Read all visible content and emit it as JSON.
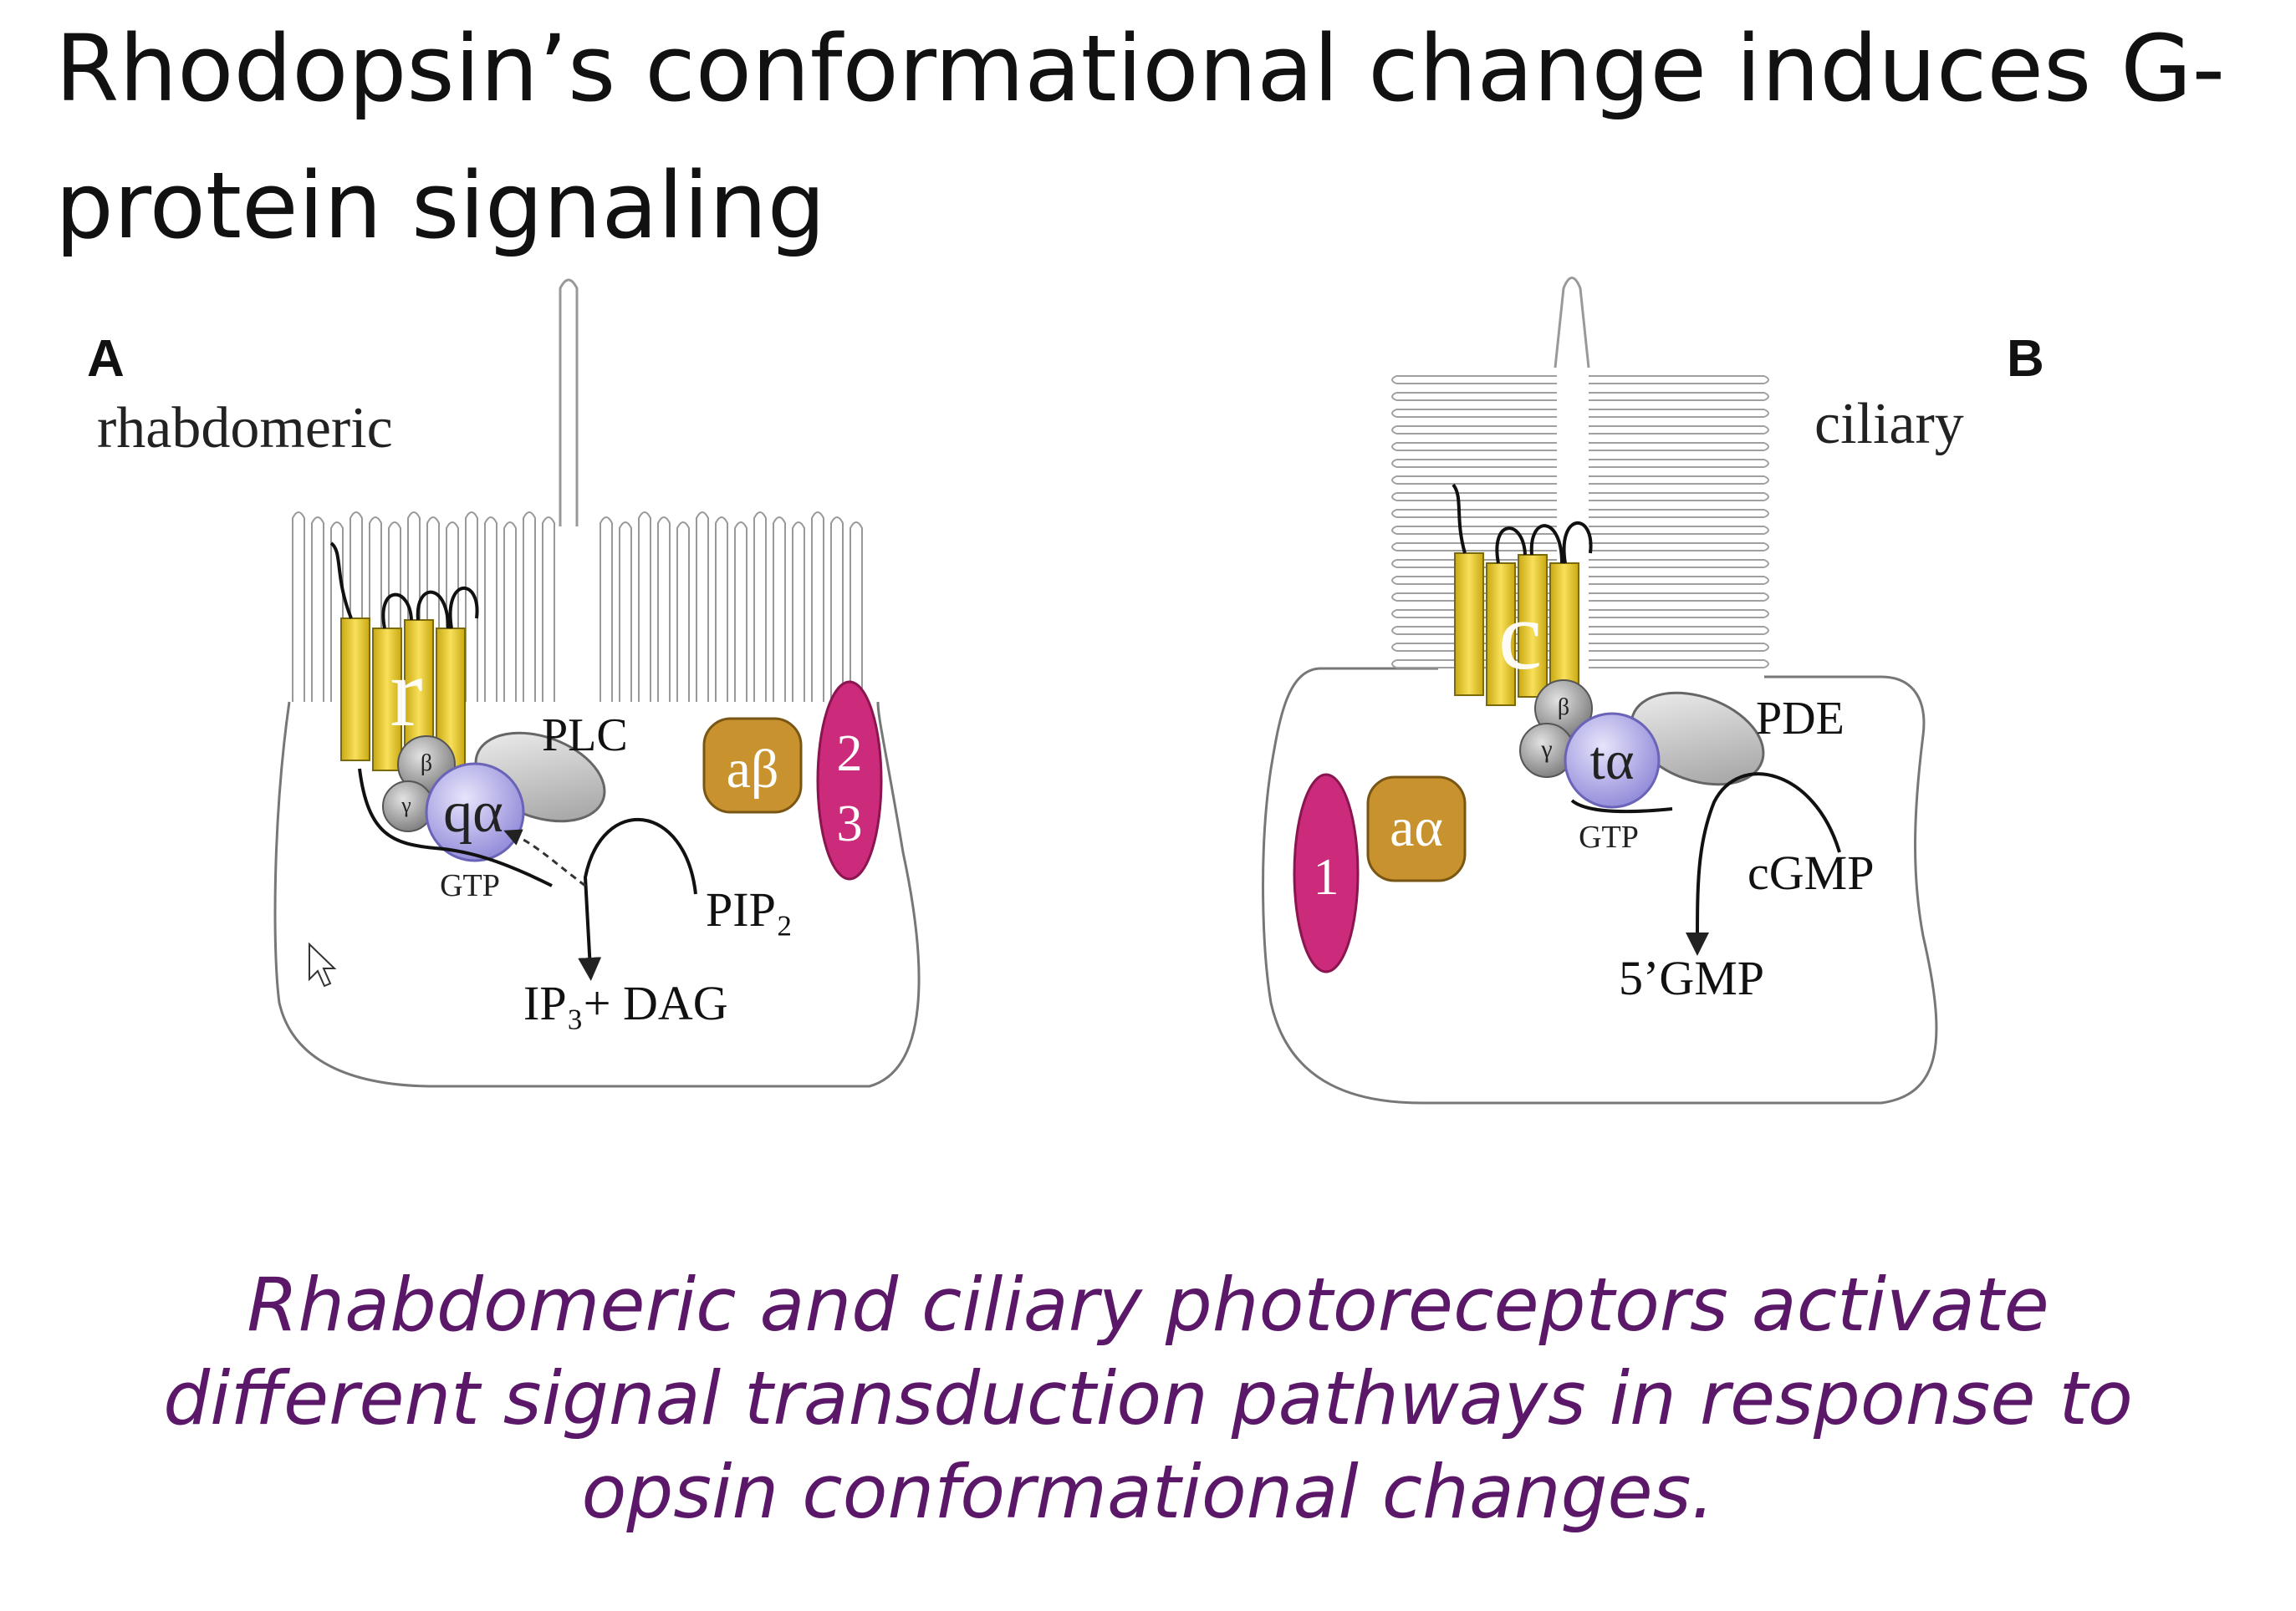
{
  "slide": {
    "title": "Rhodopsin’s conformational change induces G-protein signaling",
    "caption": [
      "Rhabdomeric and ciliary photoreceptors activate",
      "different signal transduction pathways in response to",
      "opsin conformational changes."
    ]
  },
  "panel_a": {
    "letter": "A",
    "name": "rhabdomeric",
    "receptor": "r",
    "beta": "β",
    "gamma": "γ",
    "g_alpha": "qα",
    "gtp": "GTP",
    "effector": "PLC",
    "substrate": "PIP₂",
    "products": "IP₃+ DAG",
    "arrestin": "aβ",
    "arrestins": [
      "2",
      "3"
    ]
  },
  "panel_b": {
    "letter": "B",
    "name": "ciliary",
    "receptor": "c",
    "beta": "β",
    "gamma": "γ",
    "g_alpha": "tα",
    "gtp": "GTP",
    "effector": "PDE",
    "substrate": "cGMP",
    "product": "5’GMP",
    "arrestin": "aα",
    "arrestin_1": "1"
  },
  "colors": {
    "title": "#111111",
    "caption": "#5b1768",
    "helix": "#f2d13a",
    "g_alpha": "#b8b4ec",
    "g_beta_gamma": "#a8a8a8",
    "arrestin": "#c8922e",
    "magenta_arrestin": "#cc2a7a"
  }
}
